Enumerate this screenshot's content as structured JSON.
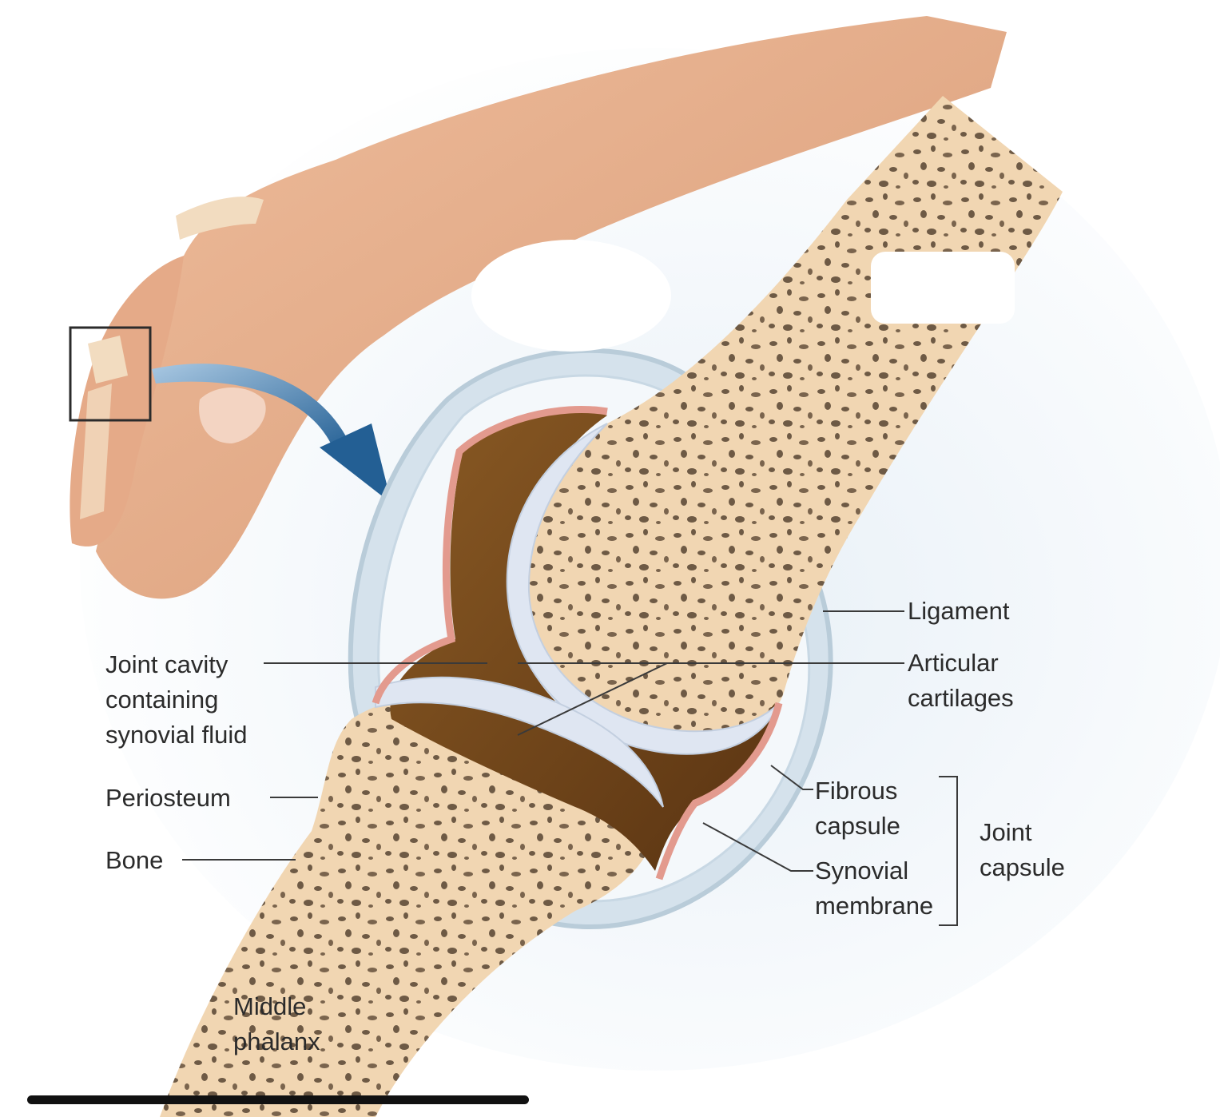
{
  "labels": {
    "ligament": "Ligament",
    "articular_1": "Articular",
    "articular_2": "cartilages",
    "joint_cavity_1": "Joint cavity",
    "joint_cavity_2": "containing",
    "joint_cavity_3": "synovial fluid",
    "periosteum": "Periosteum",
    "bone": "Bone",
    "fibrous_1": "Fibrous",
    "fibrous_2": "capsule",
    "synovial_1": "Synovial",
    "synovial_2": "membrane",
    "joint_capsule_1": "Joint",
    "joint_capsule_2": "capsule",
    "middle_1": "Middle",
    "middle_2": "phalanx"
  },
  "colors": {
    "background": "#eef4f9",
    "skin": "#e7b08f",
    "bone": "#f1d6b2",
    "bone_spots": "#6e5a45",
    "cartilage": "#dfe6f2",
    "synovial_fluid": "#7a4e20",
    "membrane": "#e39a8e",
    "capsule": "#b9ccd9",
    "arrow": "#2f6fa3"
  }
}
